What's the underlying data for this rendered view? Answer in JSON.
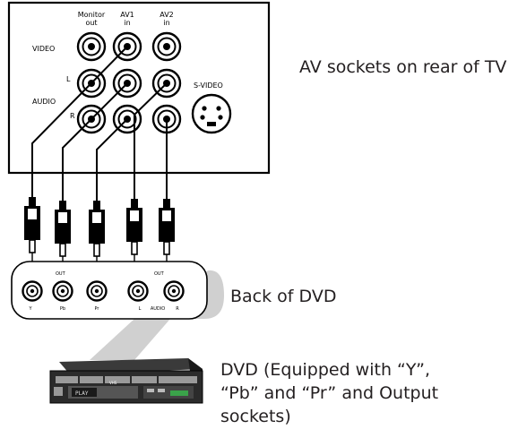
{
  "tv_panel": {
    "caption": "AV sockets on rear of TV",
    "column_labels": {
      "monitor_out": [
        "Monitor",
        "out"
      ],
      "av1_in": [
        "AV1",
        "in"
      ],
      "av2_in": [
        "AV2",
        "in"
      ]
    },
    "row_labels": {
      "video": "VIDEO",
      "l": "L",
      "audio": "AUDIO",
      "r": "R"
    },
    "svideo_label": "S-VIDEO"
  },
  "dvd_back": {
    "caption": "Back of DVD",
    "out_labels": [
      "OUT",
      "OUT"
    ],
    "socket_labels": {
      "y": "Y",
      "pb": "Pb",
      "pr": "Pr",
      "l": "L",
      "audio": "AUDIO",
      "r": "R"
    }
  },
  "dvd_player": {
    "caption_lines": [
      "DVD (Equipped with “Y”,",
      "“Pb” and “Pr” and Output",
      "sockets)"
    ],
    "front_text": [
      "VHS",
      "PLAY"
    ]
  }
}
